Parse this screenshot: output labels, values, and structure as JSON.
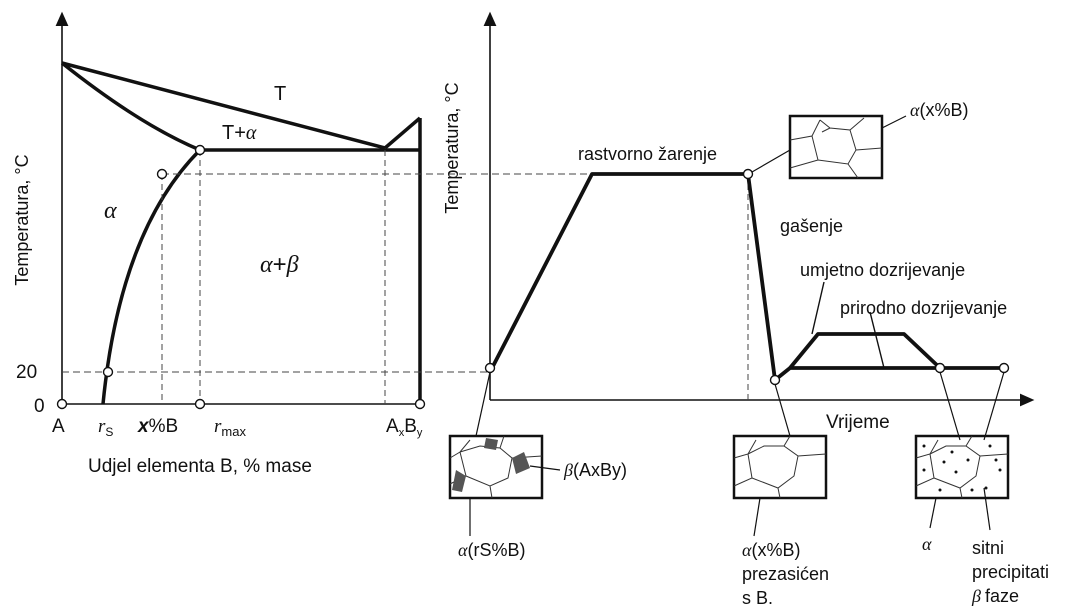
{
  "colors": {
    "ink": "#111111",
    "grain_fill": "#555555",
    "background": "#ffffff"
  },
  "left_diagram": {
    "y_axis_title": "Temperatura, °C",
    "x_axis_title": "Udjel elementa B,  % mase",
    "tick_20": "20",
    "tick_0": "0",
    "tick_A": "A",
    "tick_rs_main": "r",
    "tick_rs_sub": "S",
    "tick_x": "x",
    "tick_x_rest": "%B",
    "tick_rmax_main": "r",
    "tick_rmax_sub": "max",
    "tick_axby_a": "A",
    "tick_axby_x": "x",
    "tick_axby_b": "B",
    "tick_axby_y": "y",
    "label_T": "T",
    "label_Talpha_T": "T+",
    "label_Talpha_alpha": "α",
    "label_alpha": "α",
    "label_alpha_beta_a": "α",
    "label_alpha_beta_plus": "+",
    "label_alpha_beta_b": "β"
  },
  "right_diagram": {
    "y_axis_title": "Temperatura, °C",
    "x_axis_title": "Vrijeme",
    "label_annealing": "rastvorno žarenje",
    "label_quench": "gašenje",
    "label_artificial": "umjetno dozrijevanje",
    "label_natural": "prirodno dozrijevanje",
    "micro_top_alpha": "α",
    "micro_top_rest": "(x%B)",
    "micro_start_beta": "β",
    "micro_start_beta_rest": "(AxBy)",
    "micro_start_alpha": "α",
    "micro_start_alpha_rest": "(rS%B)",
    "micro_quench_alpha": "α",
    "micro_quench_rest": "(x%B)",
    "micro_quench_line2": "prezasićen",
    "micro_quench_line3": "s B.",
    "micro_aged_alpha": "α",
    "micro_aged_line1": "sitni",
    "micro_aged_line2": "precipitati",
    "micro_aged_line3_beta": "β",
    "micro_aged_line3_rest": "faze"
  }
}
